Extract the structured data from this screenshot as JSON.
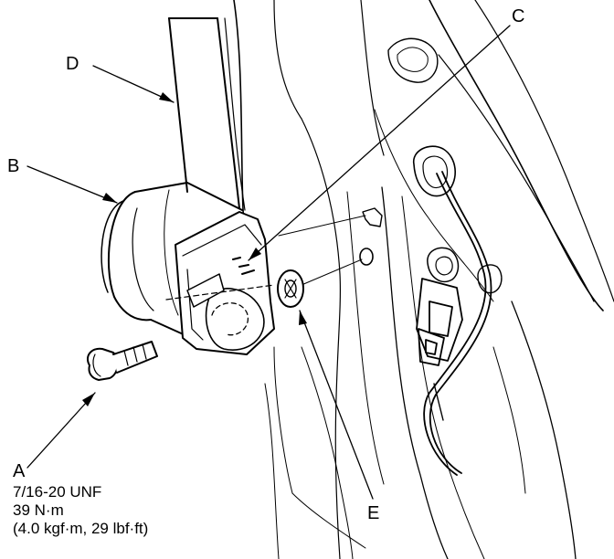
{
  "callouts": {
    "A": "A",
    "B": "B",
    "C": "C",
    "D": "D",
    "E": "E"
  },
  "spec_lines": [
    "7/16-20 UNF",
    "39 N·m",
    "(4.0 kgf·m, 29 lbf·ft)"
  ],
  "colors": {
    "line": "#000000",
    "fill": "#ffffff",
    "shade": "#d9d9d9"
  }
}
